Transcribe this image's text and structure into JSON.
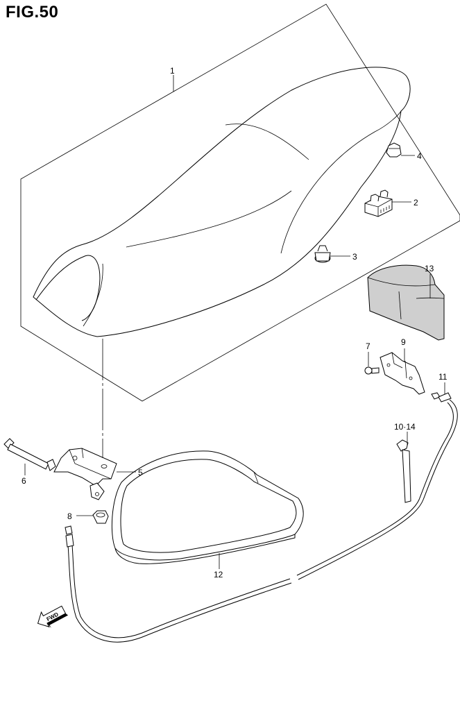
{
  "figure": {
    "title": "FIG.50"
  },
  "fwd_label": "FWD",
  "callouts": {
    "c1": "1",
    "c2": "2",
    "c3": "3",
    "c4": "4",
    "c5": "5",
    "c6": "6",
    "c7": "7",
    "c8": "8",
    "c9": "9",
    "c1014": "10·14",
    "c11": "11",
    "c12": "12",
    "c13": "13"
  }
}
